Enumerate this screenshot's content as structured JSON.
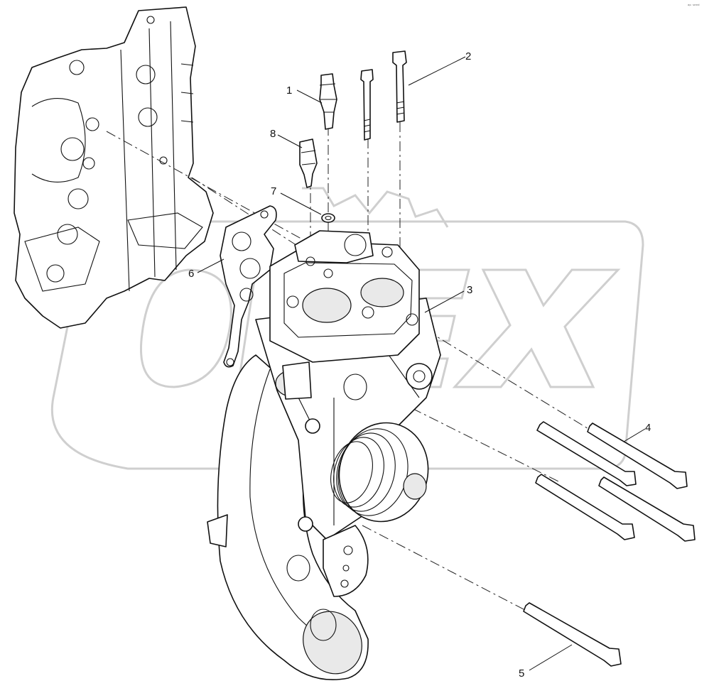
{
  "corner_mark": "ᵃᵖ ˢᵉᵉᵈ",
  "callouts": [
    {
      "id": "1",
      "label": "1"
    },
    {
      "id": "2",
      "label": "2"
    },
    {
      "id": "3",
      "label": "3"
    },
    {
      "id": "4",
      "label": "4"
    },
    {
      "id": "5",
      "label": "5"
    },
    {
      "id": "6",
      "label": "6"
    },
    {
      "id": "7",
      "label": "7"
    },
    {
      "id": "8",
      "label": "8"
    }
  ],
  "watermark": {
    "text": "OPEX",
    "color": "#cfcfcf"
  },
  "line_color": "#111111"
}
